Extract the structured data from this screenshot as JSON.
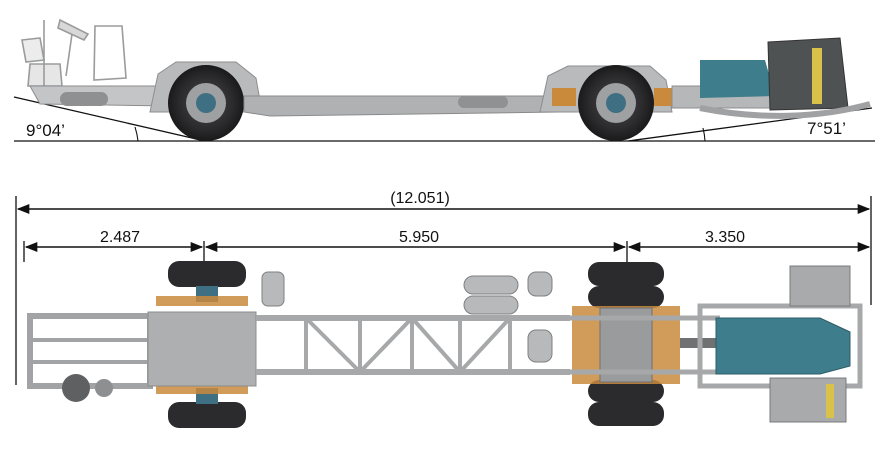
{
  "side_view": {
    "front_angle": "9°04’",
    "rear_angle": "7°51’"
  },
  "top_view": {
    "overall_length": "(12.051)",
    "front_overhang": "2.487",
    "wheelbase": "5.950",
    "rear_overhang": "3.350"
  },
  "colors": {
    "frame": "#a9aaab",
    "frame_dark": "#6f7173",
    "tire": "#2b2b2d",
    "hub": "#3f6f82",
    "suspension": "#c98a3c",
    "engine": "#3e7d8c",
    "line": "#111111"
  }
}
